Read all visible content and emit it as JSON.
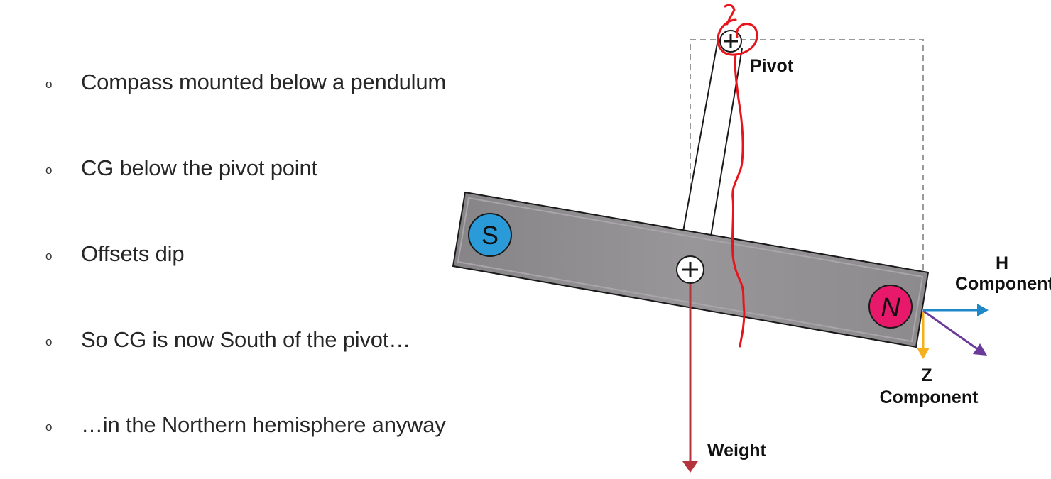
{
  "slide": {
    "bullets": [
      {
        "marker": "o",
        "text": "Compass mounted below a pendulum"
      },
      {
        "marker": "o",
        "text": "CG below the pivot point"
      },
      {
        "marker": "o",
        "text": "Offsets dip"
      },
      {
        "marker": "o",
        "text": "So CG is now South of the pivot…"
      },
      {
        "marker": "o",
        "text": "…in the Northern hemisphere anyway"
      }
    ]
  },
  "diagram": {
    "labels": {
      "pivot": "Pivot",
      "weight": "Weight",
      "h_letter": "H",
      "h_word": "Component",
      "z_letter": "Z",
      "z_word": "Component",
      "south_pole": "S",
      "north_pole": "N"
    },
    "colors": {
      "magnet_fill": "#8E8C8E",
      "south_pole": "#2A9BD8",
      "north_pole": "#E8196B",
      "weight_arrow": "#B5343C",
      "h_arrow": "#1E88C8",
      "z_arrow": "#F5B01E",
      "resultant_arrow": "#6A3A9A",
      "annotation": "#E8141B",
      "dashed_box": "#9A9A9A"
    }
  }
}
